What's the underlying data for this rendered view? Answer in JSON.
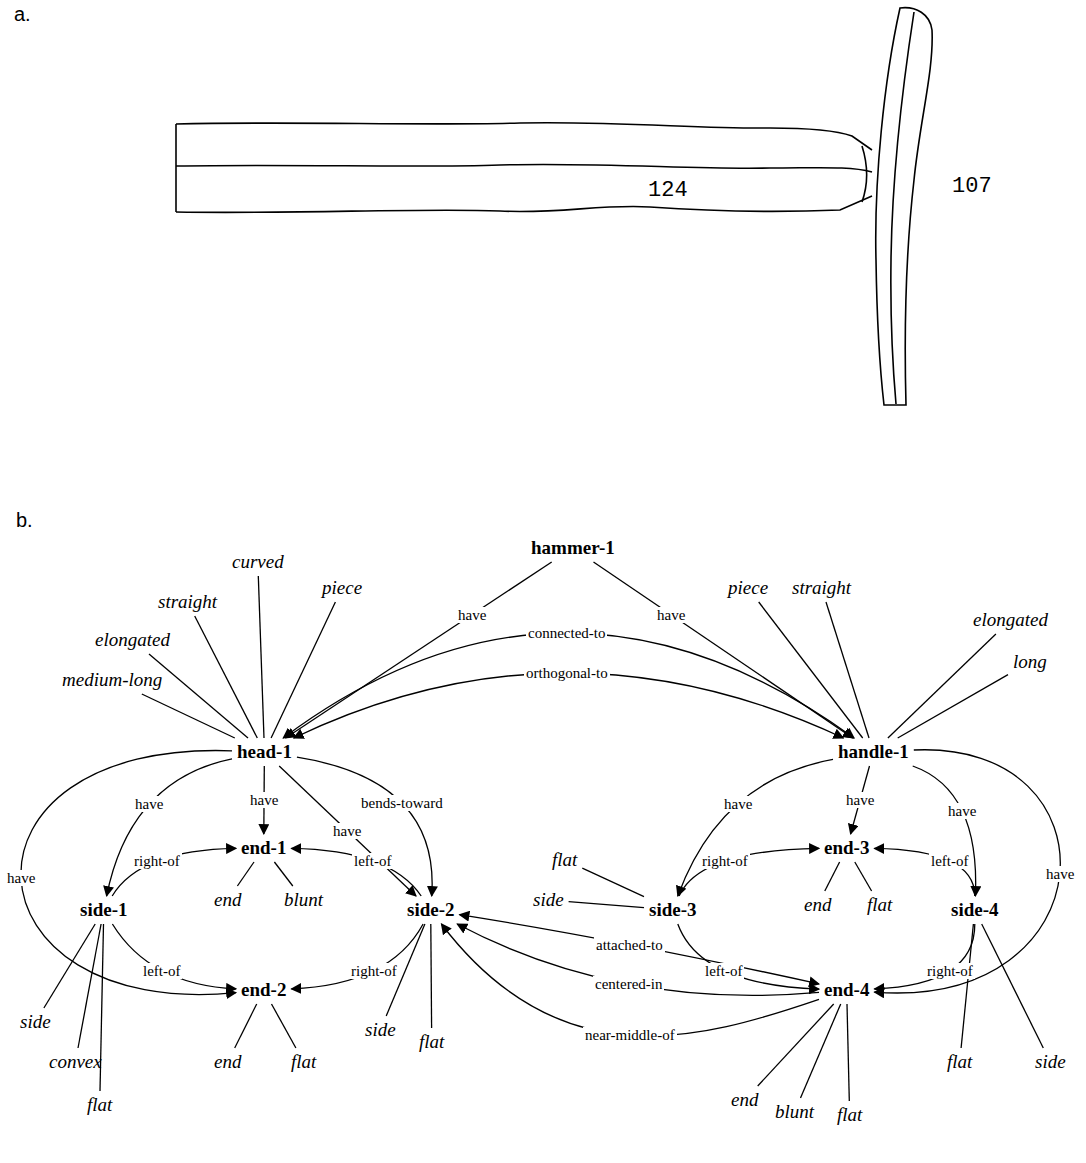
{
  "diagram": {
    "nodes": [
      {
        "text": [
          "hammer-1"
        ]
      },
      {
        "text": [
          "head-1"
        ]
      },
      {
        "text": [
          "handle-1"
        ]
      },
      {
        "text": [
          "end-1"
        ]
      },
      {
        "text": [
          "side-1"
        ]
      },
      {
        "text": [
          "side-2"
        ]
      },
      {
        "text": [
          "end-2"
        ]
      },
      {
        "text": [
          "end-3"
        ]
      },
      {
        "text": [
          "side-3"
        ]
      },
      {
        "text": [
          "side-4"
        ]
      },
      {
        "text": [
          "end-4"
        ]
      },
      {
        "text": [
          "medium-long"
        ]
      },
      {
        "text": [
          "elongated"
        ]
      },
      {
        "text": [
          "straight"
        ]
      },
      {
        "text": [
          "curved"
        ]
      },
      {
        "text": [
          "piece"
        ]
      },
      {
        "text": [
          "piece"
        ]
      },
      {
        "text": [
          "straight"
        ]
      },
      {
        "text": [
          "elongated"
        ]
      },
      {
        "text": [
          "long"
        ]
      },
      {
        "text": [
          "end"
        ]
      },
      {
        "text": [
          "blunt"
        ]
      },
      {
        "text": [
          "side"
        ]
      },
      {
        "text": [
          "convex"
        ]
      },
      {
        "text": [
          "flat"
        ]
      },
      {
        "text": [
          "side"
        ]
      },
      {
        "text": [
          "flat"
        ]
      },
      {
        "text": [
          "end"
        ]
      },
      {
        "text": [
          "flat"
        ]
      },
      {
        "text": [
          "flat"
        ]
      },
      {
        "text": [
          "side"
        ]
      },
      {
        "text": [
          "end"
        ]
      },
      {
        "text": [
          "flat"
        ]
      },
      {
        "text": [
          "flat"
        ]
      },
      {
        "text": [
          "side"
        ]
      },
      {
        "text": [
          "end"
        ]
      },
      {
        "text": [
          "blunt"
        ]
      },
      {
        "text": [
          "flat"
        ]
      }
    ],
    "edges": [
      {
        "from": 0,
        "to": 1,
        "label": "have",
        "arrow": "to"
      },
      {
        "from": 0,
        "to": 2,
        "label": "have",
        "arrow": "to"
      },
      {
        "from": 1,
        "to": 2,
        "label": "connected-to",
        "arrow": "both"
      },
      {
        "from": 1,
        "to": 2,
        "label": "orthogonal-to",
        "arrow": "both"
      },
      {
        "from": 1,
        "to": 4,
        "label": "have",
        "arrow": "to"
      },
      {
        "from": 1,
        "to": 3,
        "label": "have",
        "arrow": "to"
      },
      {
        "from": 1,
        "to": 5,
        "label": "have",
        "arrow": "to"
      },
      {
        "from": 1,
        "to": 6,
        "label": "have",
        "arrow": "to"
      },
      {
        "from": 1,
        "to": 5,
        "label": "bends-toward",
        "arrow": "to"
      },
      {
        "from": 4,
        "to": 3,
        "label": "right-of",
        "arrow": "to"
      },
      {
        "from": 4,
        "to": 6,
        "label": "left-of",
        "arrow": "to"
      },
      {
        "from": 5,
        "to": 3,
        "label": "left-of",
        "arrow": "to"
      },
      {
        "from": 5,
        "to": 6,
        "label": "right-of",
        "arrow": "to"
      },
      {
        "from": 2,
        "to": 8,
        "label": "have",
        "arrow": "to"
      },
      {
        "from": 2,
        "to": 7,
        "label": "have",
        "arrow": "to"
      },
      {
        "from": 2,
        "to": 9,
        "label": "have",
        "arrow": "to"
      },
      {
        "from": 2,
        "to": 10,
        "label": "have",
        "arrow": "to"
      },
      {
        "from": 8,
        "to": 7,
        "label": "right-of",
        "arrow": "to"
      },
      {
        "from": 8,
        "to": 10,
        "label": "left-of",
        "arrow": "to"
      },
      {
        "from": 9,
        "to": 7,
        "label": "left-of",
        "arrow": "to"
      },
      {
        "from": 9,
        "to": 10,
        "label": "right-of",
        "arrow": "to"
      },
      {
        "from": 5,
        "to": 10,
        "label": "attached-to",
        "arrow": "both"
      },
      {
        "from": 10,
        "to": 5,
        "label": "centered-in",
        "arrow": "to"
      },
      {
        "from": 10,
        "to": 5,
        "label": "near-middle-of",
        "arrow": "to"
      },
      {
        "from": 1,
        "to": 11,
        "arrow": "none"
      },
      {
        "from": 1,
        "to": 12,
        "arrow": "none"
      },
      {
        "from": 1,
        "to": 13,
        "arrow": "none"
      },
      {
        "from": 1,
        "to": 14,
        "arrow": "none"
      },
      {
        "from": 1,
        "to": 15,
        "arrow": "none"
      },
      {
        "from": 2,
        "to": 16,
        "arrow": "none"
      },
      {
        "from": 2,
        "to": 17,
        "arrow": "none"
      },
      {
        "from": 2,
        "to": 18,
        "arrow": "none"
      },
      {
        "from": 2,
        "to": 19,
        "arrow": "none"
      },
      {
        "from": 3,
        "to": 20,
        "arrow": "none"
      },
      {
        "from": 3,
        "to": 21,
        "arrow": "none"
      },
      {
        "from": 4,
        "to": 22,
        "arrow": "none"
      },
      {
        "from": 4,
        "to": 23,
        "arrow": "none"
      },
      {
        "from": 4,
        "to": 24,
        "arrow": "none"
      },
      {
        "from": 5,
        "to": 25,
        "arrow": "none"
      },
      {
        "from": 5,
        "to": 26,
        "arrow": "none"
      },
      {
        "from": 6,
        "to": 27,
        "arrow": "none"
      },
      {
        "from": 6,
        "to": 28,
        "arrow": "none"
      },
      {
        "from": 8,
        "to": 29,
        "arrow": "none"
      },
      {
        "from": 8,
        "to": 30,
        "arrow": "none"
      },
      {
        "from": 7,
        "to": 31,
        "arrow": "none"
      },
      {
        "from": 7,
        "to": 32,
        "arrow": "none"
      },
      {
        "from": 9,
        "to": 33,
        "arrow": "none"
      },
      {
        "from": 9,
        "to": 34,
        "arrow": "none"
      },
      {
        "from": 10,
        "to": 35,
        "arrow": "none"
      },
      {
        "from": 10,
        "to": 36,
        "arrow": "none"
      },
      {
        "from": 10,
        "to": 37,
        "arrow": "none"
      }
    ],
    "labels": [
      "a.",
      "124",
      "107",
      "b."
    ]
  }
}
